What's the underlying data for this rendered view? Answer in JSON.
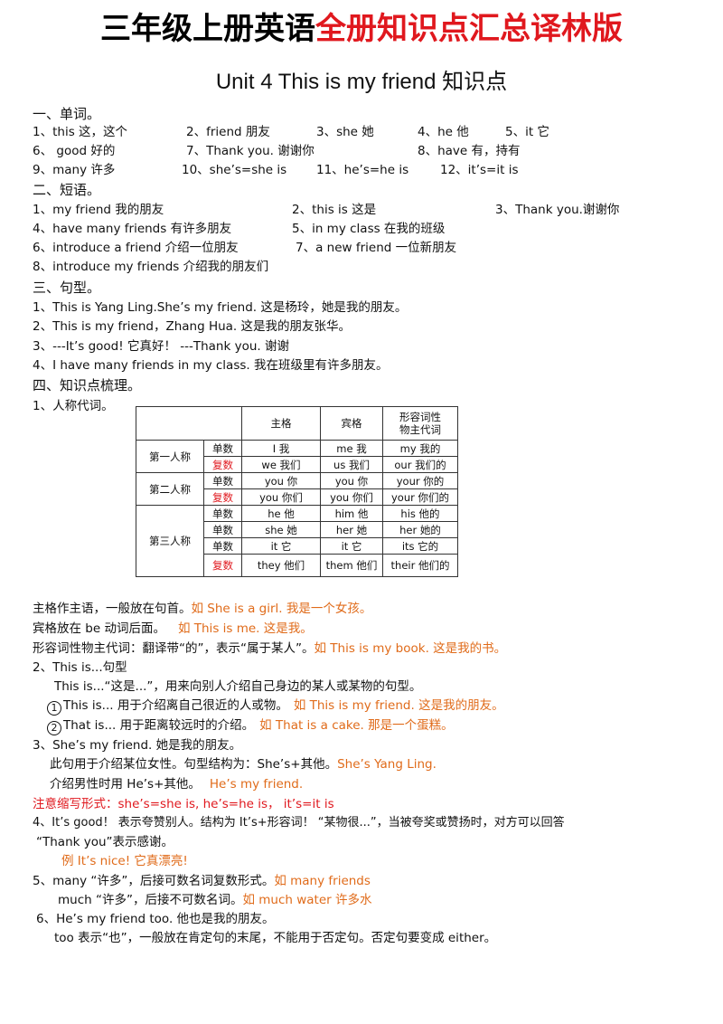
{
  "title": {
    "black": "三年级上册英语",
    "red": "全册知识点汇总译林版"
  },
  "subtitle": "Unit 4 This is my friend 知识点",
  "sec1": {
    "heading": "一、单词。",
    "items": [
      "1、this 这，这个",
      "2、friend 朋友",
      "3、she 她",
      "4、he 他",
      "5、it 它",
      "6、 good 好的",
      "7、Thank you. 谢谢你",
      "8、have 有，持有",
      "9、many 许多",
      "10、she’s=she is",
      "11、he’s=he is",
      "12、it’s=it is"
    ]
  },
  "sec2": {
    "heading": "二、短语。",
    "items": [
      "1、my friend 我的朋友",
      "2、this is 这是",
      "3、Thank you.谢谢你",
      "4、have many friends 有许多朋友",
      "5、in my class 在我的班级",
      "6、introduce a friend 介绍一位朋友",
      "7、a new friend 一位新朋友",
      "8、introduce my friends 介绍我的朋友们"
    ]
  },
  "sec3": {
    "heading": "三、句型。",
    "items": [
      "1、This is Yang Ling.She’s my friend. 这是杨玲，她是我的朋友。",
      "2、This is my friend，Zhang Hua. 这是我的朋友张华。",
      "3、---It’s good! 它真好！ ---Thank you. 谢谢",
      "4、I have many friends in my class. 我在班级里有许多朋友。"
    ]
  },
  "sec4": {
    "heading": "四、知识点梳理。",
    "sub1": "1、人称代词。"
  },
  "table": {
    "headers": [
      "主格",
      "宾格",
      "形容词性",
      "物主代词"
    ],
    "groups": [
      "第一人称",
      "第二人称",
      "第三人称"
    ],
    "single": "单数",
    "plural": "复数",
    "rows": [
      [
        "I 我",
        "me 我",
        "my 我的"
      ],
      [
        "we 我们",
        "us 我们",
        "our 我们的"
      ],
      [
        "you 你",
        "you 你",
        "your 你的"
      ],
      [
        "you 你们",
        "you 你们",
        "your 你们的"
      ],
      [
        "he 他",
        "him 他",
        "his 他的"
      ],
      [
        "she 她",
        "her 她",
        "her 她的"
      ],
      [
        "it 它",
        "it 它",
        "its 它的"
      ],
      [
        "they 他们",
        "them 他们",
        "their 他们的"
      ]
    ]
  },
  "notes": {
    "l1_black": "主格作主语，一般放在句首。",
    "l1_orange": "如 She is a girl. 我是一个女孩。",
    "l2_black": "宾格放在 be 动词后面。",
    "l2_orange": "如 This is me. 这是我。",
    "l3_black": "形容词性物主代词：翻译带“的”，表示“属于某人”。",
    "l3_orange": "如 This is my book. 这是我的书。",
    "l4": "2、This is...句型",
    "l5": "This is...“这是...”，用来向别人介绍自己身边的某人或某物的句型。",
    "l6_num": "1",
    "l6_black": "This is... 用于介绍离自己很近的人或物。",
    "l6_orange": "如 This is my friend. 这是我的朋友。",
    "l7_num": "2",
    "l7_black": "That is... 用于距离较远时的介绍。",
    "l7_orange": "如 That is a cake. 那是一个蛋糕。",
    "l8": "3、She’s my friend. 她是我的朋友。",
    "l9_black": "此句用于介绍某位女性。句型结构为：She’s+其他。",
    "l9_orange": "She’s Yang Ling.",
    "l10_black": "介绍男性时用 He’s+其他。",
    "l10_orange": "He’s my friend.",
    "l11": "注意缩写形式：she’s=she is, he’s=he is， it’s=it is",
    "l12": "4、It’s good！ 表示夸赞别人。结构为 It’s+形容词！ “某物很...”，当被夸奖或赞扬时，对方可以回答",
    "l13": "“Thank you”表示感谢。",
    "l14": "例 It’s nice! 它真漂亮!",
    "l15_black": "5、many “许多”，后接可数名词复数形式。",
    "l15_orange": "如 many friends",
    "l16_black": "much “许多”，后接不可数名词。",
    "l16_orange": "如 much water 许多水",
    "l17": "6、He’s my friend too. 他也是我的朋友。",
    "l18": "too 表示“也”，一般放在肯定句的末尾，不能用于否定句。否定句要变成 either。"
  }
}
